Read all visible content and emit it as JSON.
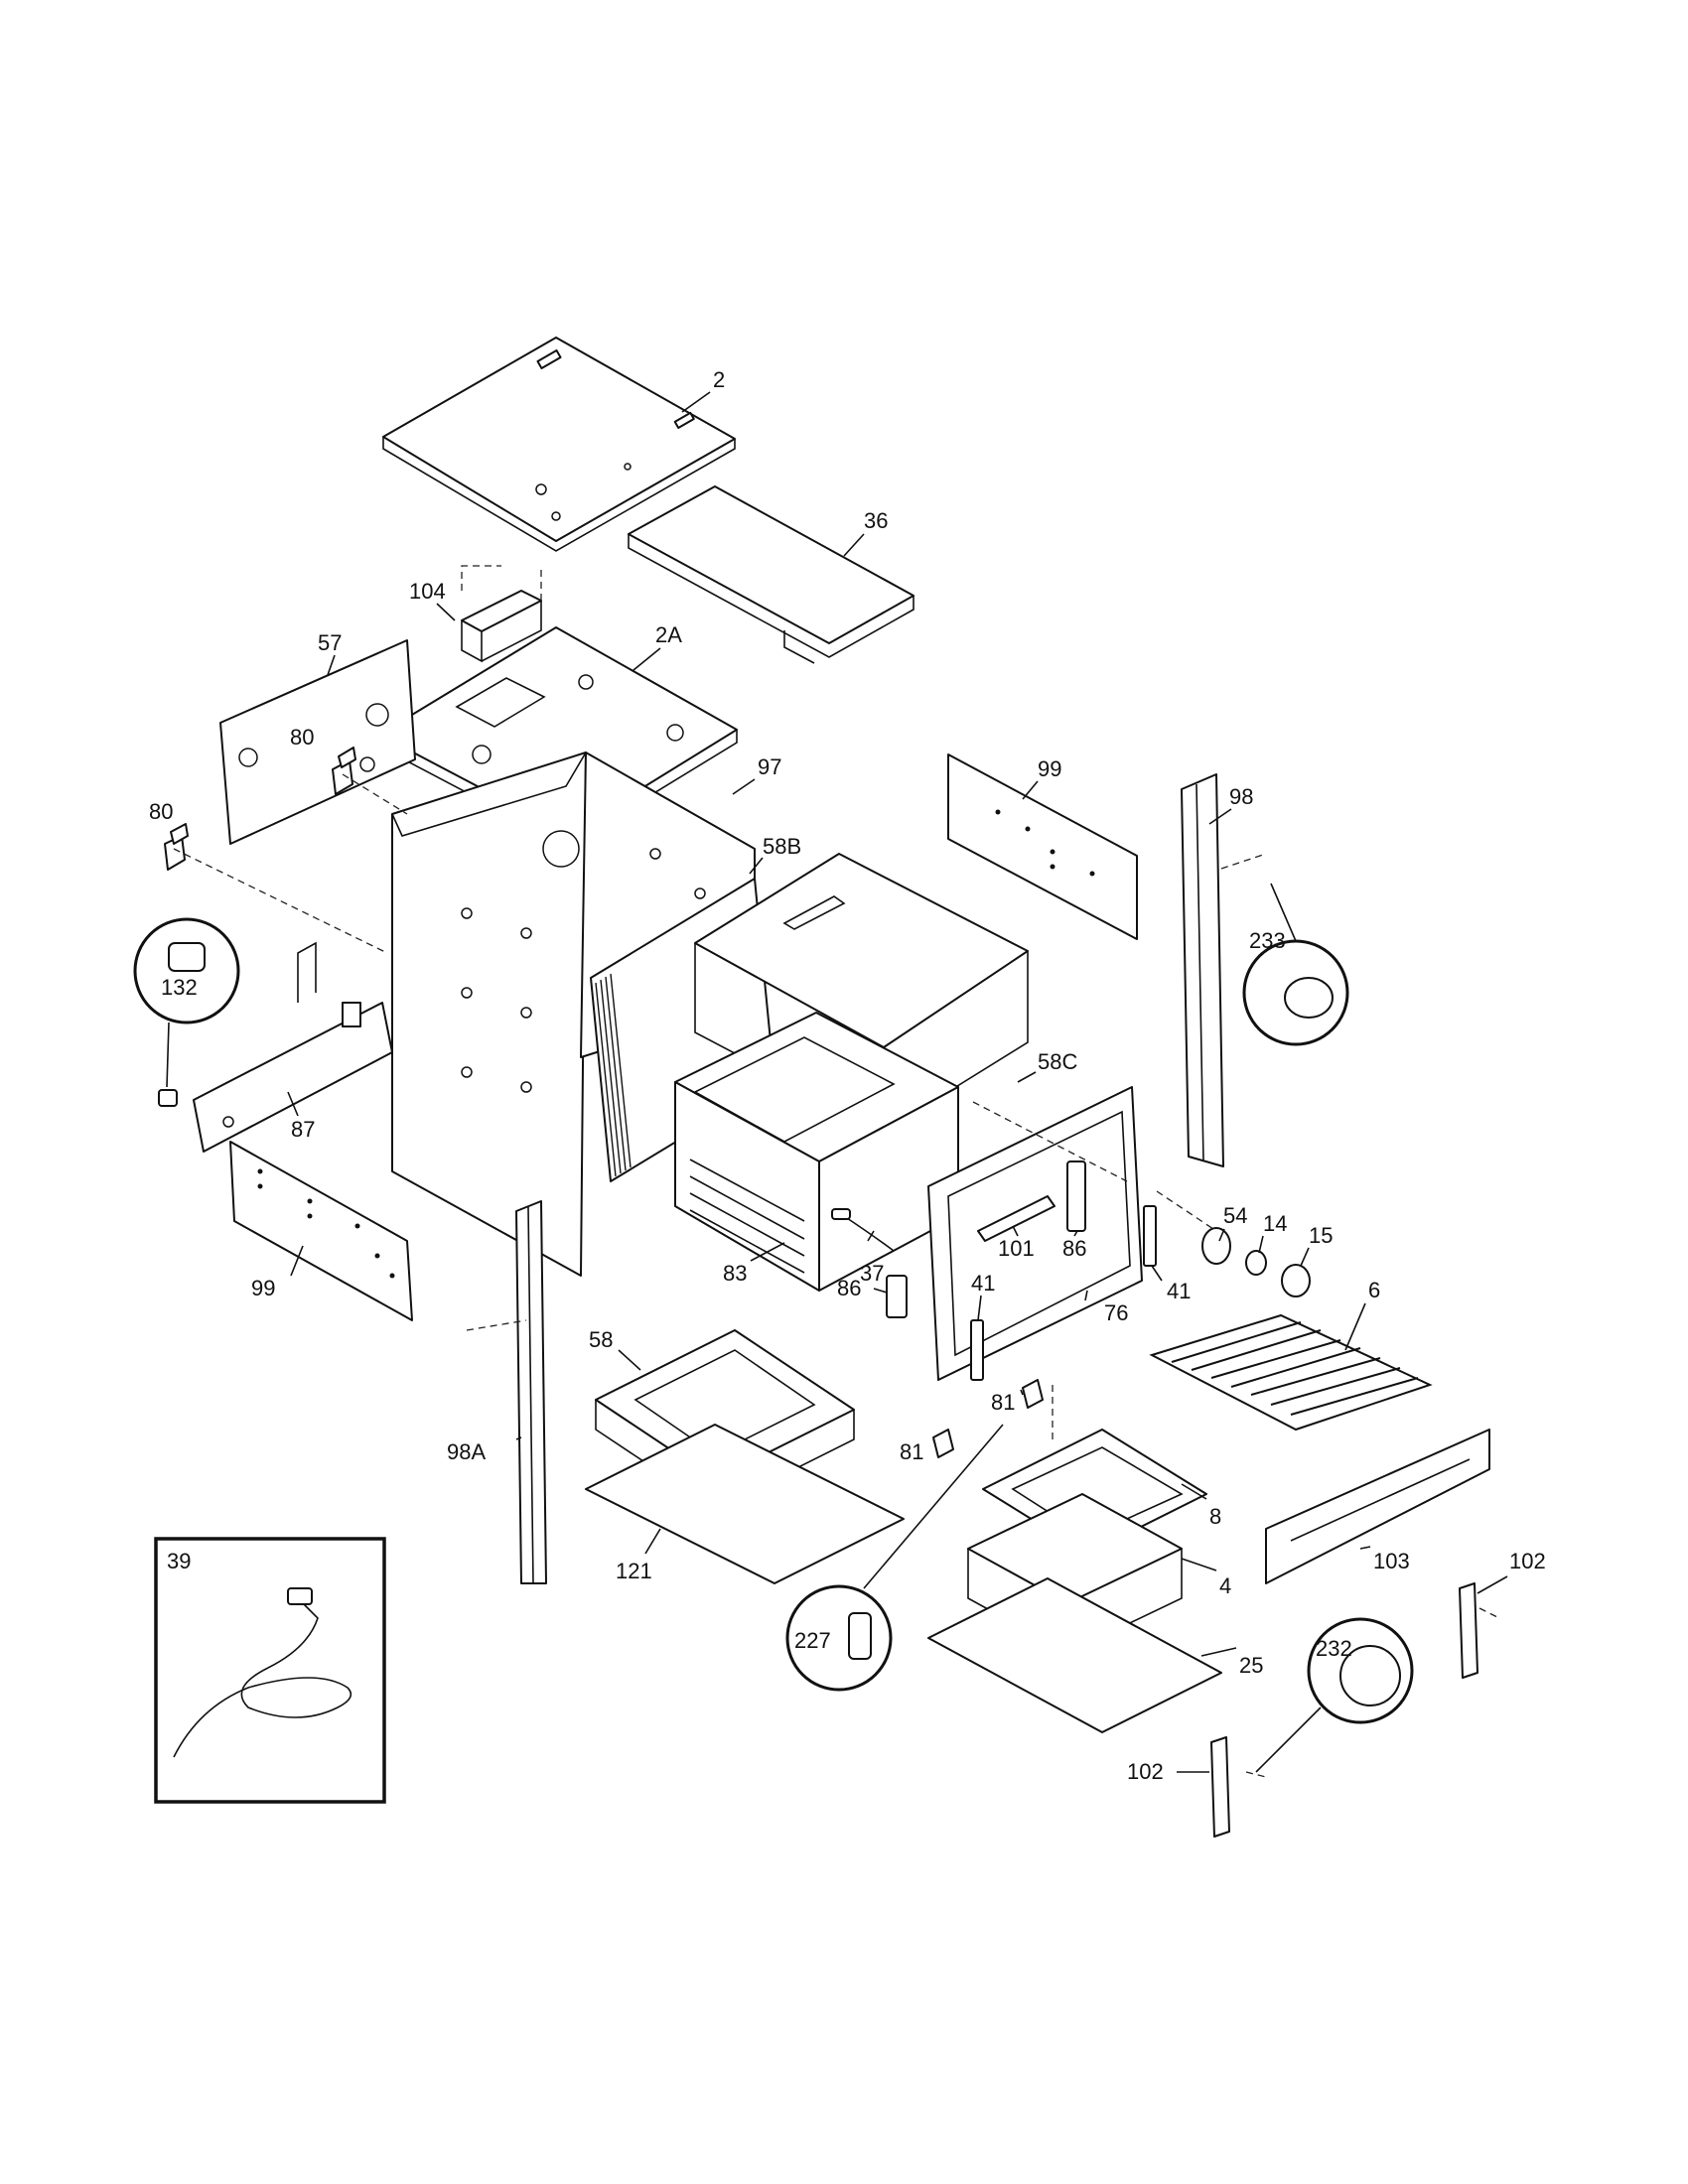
{
  "diagram": {
    "callouts": {
      "c2": "2",
      "c36": "36",
      "c104": "104",
      "c2A": "2A",
      "c57": "57",
      "c80a": "80",
      "c80b": "80",
      "c97": "97",
      "c99a": "99",
      "c98": "98",
      "c58B": "58B",
      "c233": "233",
      "c132": "132",
      "c58C": "58C",
      "c87": "87",
      "c54": "54",
      "c14": "14",
      "c15": "15",
      "c99b": "99",
      "c83": "83",
      "c37": "37",
      "c101": "101",
      "c86a": "86",
      "c86b": "86",
      "c41a": "41",
      "c41b": "41",
      "c76": "76",
      "c6": "6",
      "c58": "58",
      "c81a": "81",
      "c81b": "81",
      "c98A": "98A",
      "c8": "8",
      "c121": "121",
      "c4": "4",
      "c103": "103",
      "c102a": "102",
      "c227": "227",
      "c25": "25",
      "c232": "232",
      "c102b": "102",
      "c39": "39"
    }
  }
}
